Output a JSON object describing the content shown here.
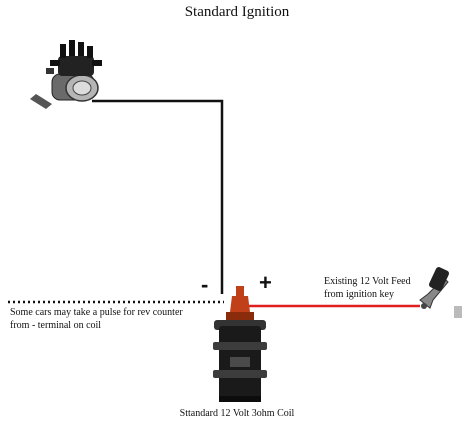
{
  "title": "Standard Ignition",
  "feed_label": {
    "line1": "Existing 12 Volt Feed",
    "line2": "from ignition key"
  },
  "pulse_note": {
    "line1": "Some cars may take a pulse for rev counter",
    "line2": "from - terminal on coil"
  },
  "terminals": {
    "negative": "-",
    "positive": "+"
  },
  "coil_caption": "Sttandard 12 Volt 3ohm Coil",
  "colors": {
    "ground_wire": "#111111",
    "feed_wire": "#e02020",
    "coil_body": "#1a1a1a",
    "coil_cap": "#c0401a"
  }
}
